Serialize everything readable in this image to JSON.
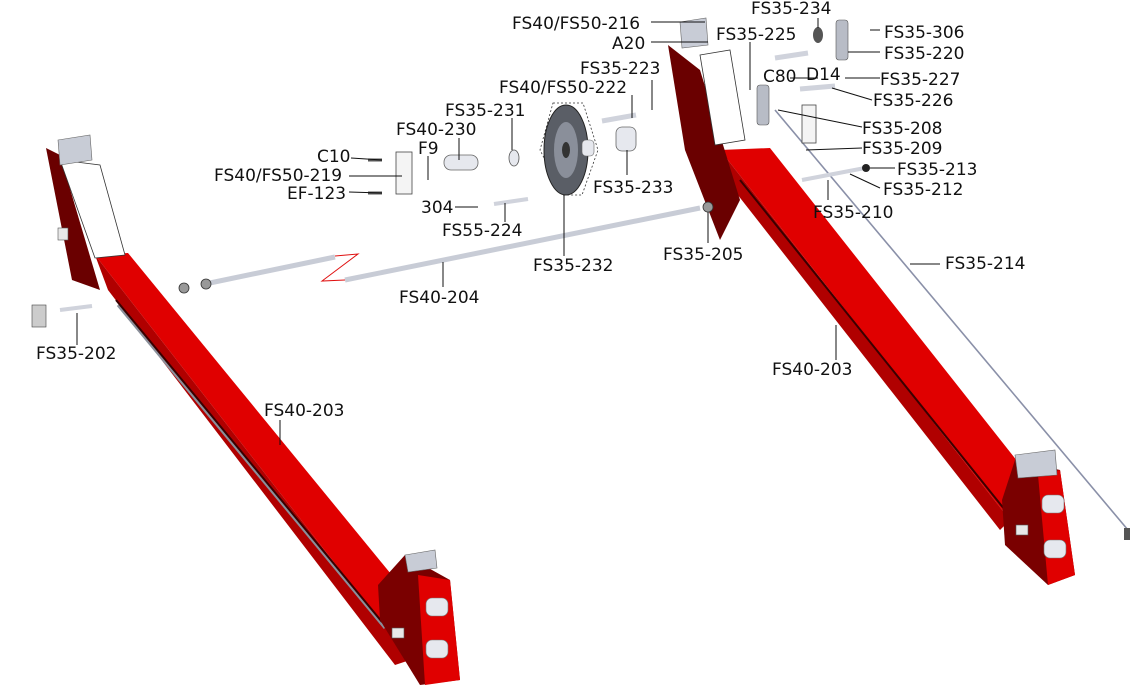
{
  "title": "Exploded parts diagram",
  "colors": {
    "frame_red": "#e00000",
    "frame_dark": "#6a0000",
    "steel": "#d8dce4",
    "steel_dark": "#8a8f9a",
    "break_mark": "#e01010"
  },
  "labels": {
    "fs40_fs50_216": "FS40/FS50-216",
    "a20": "A20",
    "fs35_225": "FS35-225",
    "fs35_234": "FS35-234",
    "fs35_306": "FS35-306",
    "fs35_220": "FS35-220",
    "c80": "C80",
    "d14": "D14",
    "fs35_227": "FS35-227",
    "fs35_226": "FS35-226",
    "fs35_208": "FS35-208",
    "fs35_209": "FS35-209",
    "fs35_213": "FS35-213",
    "fs35_212": "FS35-212",
    "fs35_210": "FS35-210",
    "fs35_214": "FS35-214",
    "fs40_203_right": "FS40-203",
    "fs40_203_left": "FS40-203",
    "fs35_223": "FS35-223",
    "fs40_fs50_222": "FS40/FS50-222",
    "fs35_231": "FS35-231",
    "fs40_230": "FS40-230",
    "c10": "C10",
    "f9": "F9",
    "fs40_fs50_219": "FS40/FS50-219",
    "ef_123": "EF-123",
    "n304": "304",
    "fs55_224": "FS55-224",
    "fs35_233": "FS35-233",
    "fs35_232": "FS35-232",
    "fs35_205": "FS35-205",
    "fs40_204": "FS40-204",
    "fs35_202": "FS35-202"
  }
}
